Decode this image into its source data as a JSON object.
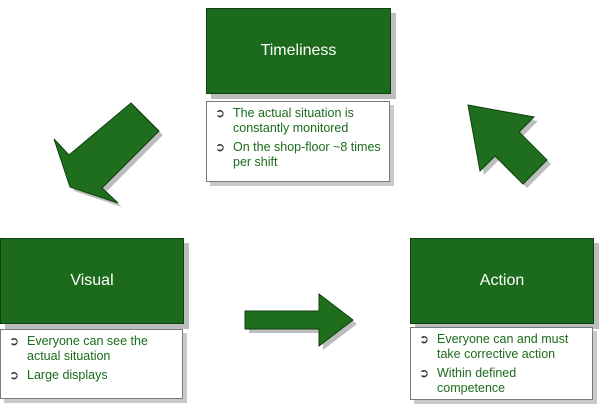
{
  "boxes": {
    "timeliness": {
      "title": "Timeliness",
      "bullets": [
        "The actual situation is constantly monitored",
        "On the shop-floor ~8 times per shift"
      ]
    },
    "visual": {
      "title": "Visual",
      "bullets": [
        "Everyone can see the actual situation",
        "Large displays"
      ]
    },
    "action": {
      "title": "Action",
      "bullets": [
        "Everyone can and must take corrective action",
        "Within defined competence"
      ]
    }
  },
  "bullet_glyph": "➲",
  "colors": {
    "box_fill": "#1c6b1c",
    "text_green": "#1b6b1b",
    "arrow_fill": "#1e6e1e",
    "shadow": "#bdbdbd"
  },
  "icons": [
    "arrow-to-visual",
    "arrow-to-action",
    "arrow-to-timeliness"
  ]
}
